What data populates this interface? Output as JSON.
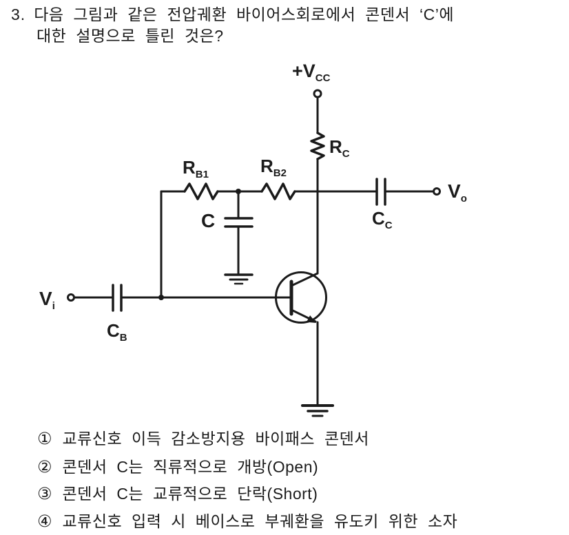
{
  "question": {
    "number": "3.",
    "line1": "다음 그림과 같은 전압궤환 바이어스회로에서 콘덴서 ‘C’에",
    "line2": "대한 설명으로 틀린 것은?"
  },
  "circuit": {
    "description": "voltage-feedback bias transistor amplifier circuit",
    "labels": {
      "vcc": {
        "main": "+V",
        "sub": "CC"
      },
      "rc": {
        "main": "R",
        "sub": "C"
      },
      "rb1": {
        "main": "R",
        "sub": "B1"
      },
      "rb2": {
        "main": "R",
        "sub": "B2"
      },
      "c": {
        "main": "C"
      },
      "cc": {
        "main": "C",
        "sub": "C"
      },
      "vo": {
        "main": "V",
        "sub": "o"
      },
      "vi": {
        "main": "V",
        "sub": "i"
      },
      "cb": {
        "main": "C",
        "sub": "B"
      }
    },
    "ink_color": "#1a1a1a"
  },
  "choices": [
    {
      "marker": "①",
      "text": "교류신호 이득 감소방지용 바이패스 콘덴서"
    },
    {
      "marker": "②",
      "text": "콘덴서 C는 직류적으로 개방(Open)"
    },
    {
      "marker": "③",
      "text": "콘덴서 C는 교류적으로 단락(Short)"
    },
    {
      "marker": "④",
      "text": "교류신호 입력 시 베이스로 부궤환을 유도키 위한 소자"
    }
  ]
}
